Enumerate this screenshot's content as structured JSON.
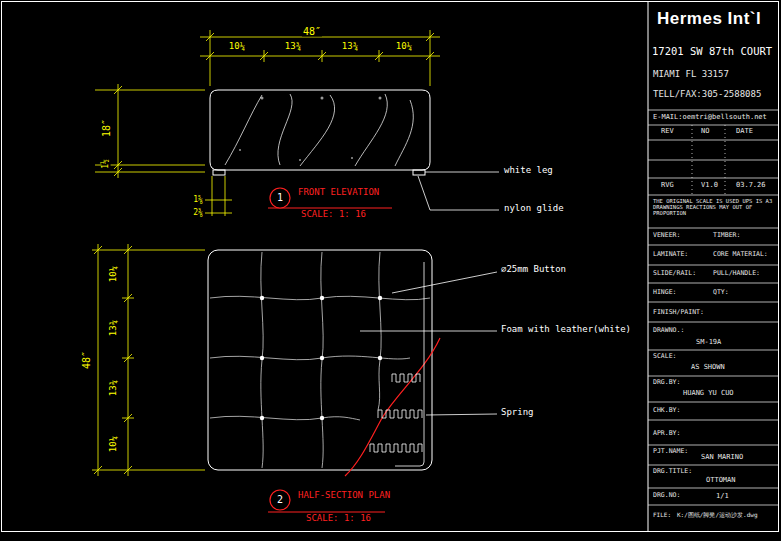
{
  "diagram": {
    "nodes": [
      {
        "text": [
          "1"
        ]
      },
      {
        "text": [
          "2"
        ]
      }
    ],
    "labels": [
      "Hermes Int`l",
      "17201 SW 87th COURT",
      "MIAMI FL 33157",
      "TELL/FAX:305-2588085",
      "E-MAIL:oemtri@bellsouth.net",
      "REV",
      "NO",
      "DATE",
      "RVG",
      "V1.0",
      "03.7.26",
      "THE ORIGINAL SCALE IS USED UPS IS A3 DRAWNINGS REACTIONS MAY OUT OF PROPORTION",
      "VENEER:",
      "TIMBER:",
      "LAMINATE:",
      "CORE MATERIAL:",
      "SLIDE/RAIL:",
      "PULL/HANDLE:",
      "HINGE:",
      "QTY:",
      "FINISH/PAINT:",
      "DRAWNO.:",
      "SM-19A",
      "SCALE:",
      "AS SHOWN",
      "DRG.BY:",
      "HUANG YU CUO",
      "CHK.BY:",
      "APR.BY:",
      "PJT.NAME:",
      "SAN MARINO",
      "DRG.TITLE:",
      "OTTOMAN",
      "DRG.NO:",
      "1/1",
      "FILE:",
      "K:/图纸/脚凳/运动沙发.dwg",
      "48″",
      "10¼",
      "13¾",
      "13¾",
      "10¼",
      "18″",
      "1½",
      "1⅝",
      "2⅜",
      "white leg",
      "nylon glide",
      "FRONT ELEVATION",
      "SCALE: 1: 16",
      "⌀25mm Button",
      "Foam with leather(white)",
      "Spring",
      "48″",
      "10¼",
      "13¾",
      "13¾",
      "10¼",
      "HALF-SECTION PLAN",
      "SCALE: 1: 16"
    ]
  }
}
